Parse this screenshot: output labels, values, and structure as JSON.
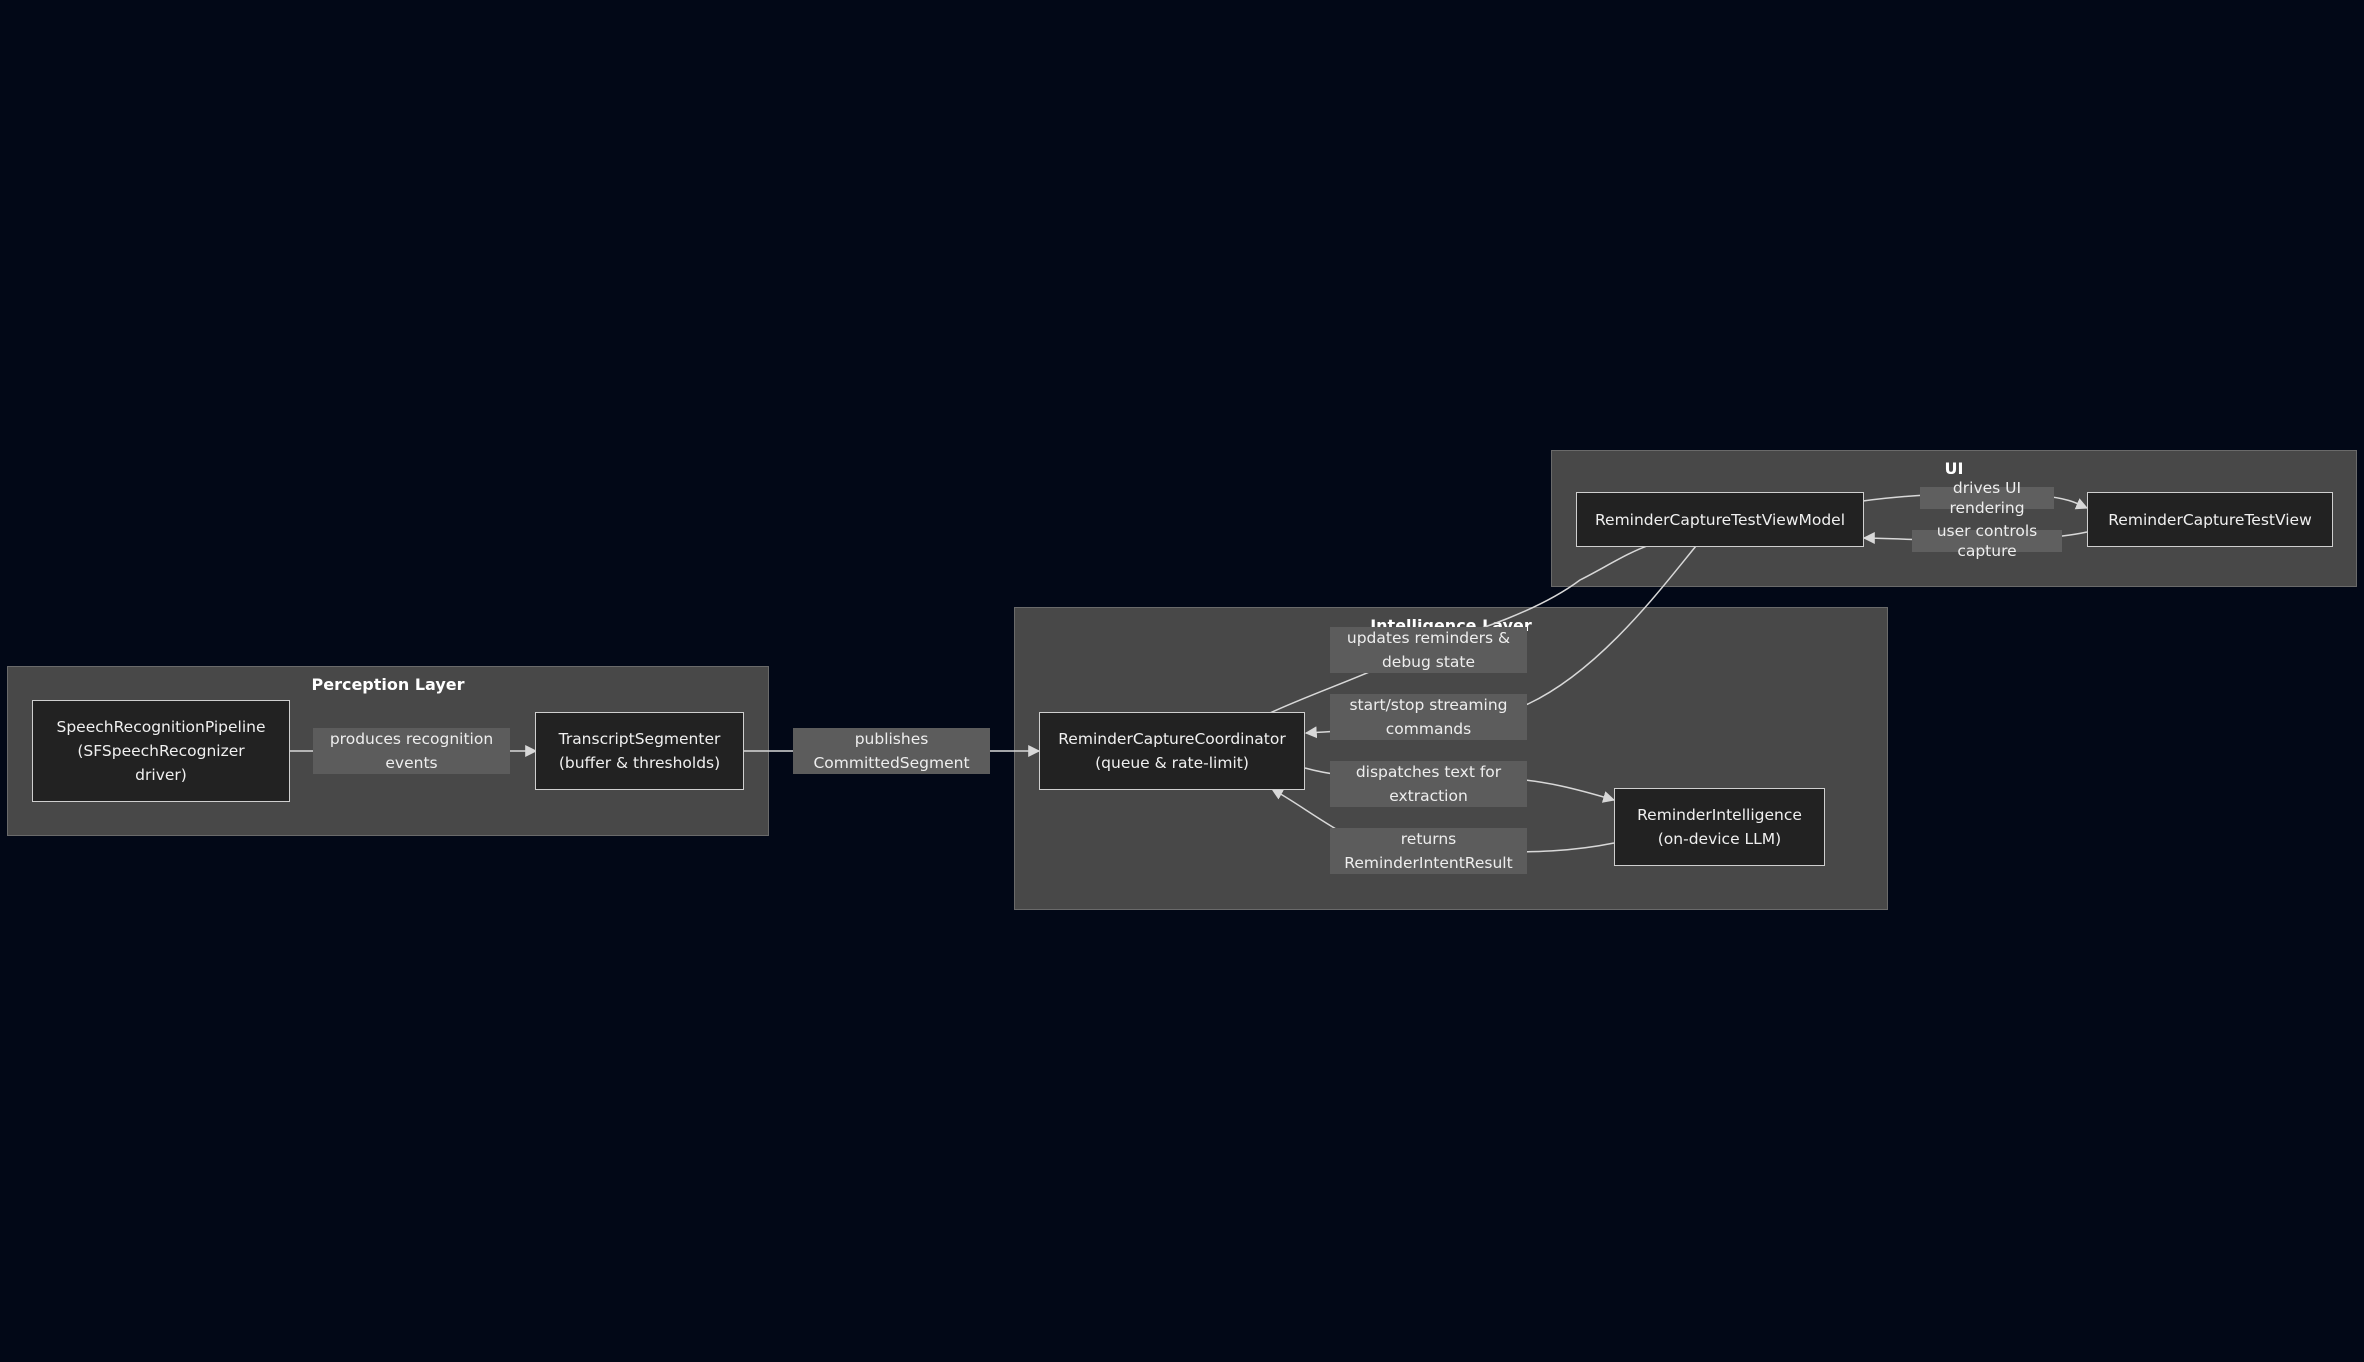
{
  "clusters": {
    "ui": "UI",
    "intelligence": "Intelligence Layer",
    "perception": "Perception Layer"
  },
  "nodes": {
    "speech_pipeline": [
      "SpeechRecognitionPipeline",
      "(SFSpeechRecognizer",
      "driver)"
    ],
    "transcript_segmenter": [
      "TranscriptSegmenter",
      "(buffer & thresholds)"
    ],
    "coordinator": [
      "ReminderCaptureCoordinator",
      "(queue & rate-limit)"
    ],
    "reminder_intelligence": [
      "ReminderIntelligence",
      "(on-device LLM)"
    ],
    "view_model": [
      "ReminderCaptureTestViewModel"
    ],
    "test_view": [
      "ReminderCaptureTestView"
    ]
  },
  "edge_labels": {
    "produces_events": [
      "produces recognition",
      "events"
    ],
    "publishes_segment": [
      "publishes",
      "CommittedSegment"
    ],
    "updates_reminders": [
      "updates reminders &",
      "debug state"
    ],
    "start_stop": [
      "start/stop streaming",
      "commands"
    ],
    "dispatches_text": [
      "dispatches text for",
      "extraction"
    ],
    "returns_result": [
      "returns",
      "ReminderIntentResult"
    ],
    "drives_ui": [
      "drives UI rendering"
    ],
    "user_controls": [
      "user controls capture"
    ]
  },
  "colors": {
    "background": "#020817",
    "cluster_fill": "#484848",
    "node_fill": "#222222",
    "edge_label_fill": "#5c5c5c",
    "stroke": "#d8d8d8"
  }
}
